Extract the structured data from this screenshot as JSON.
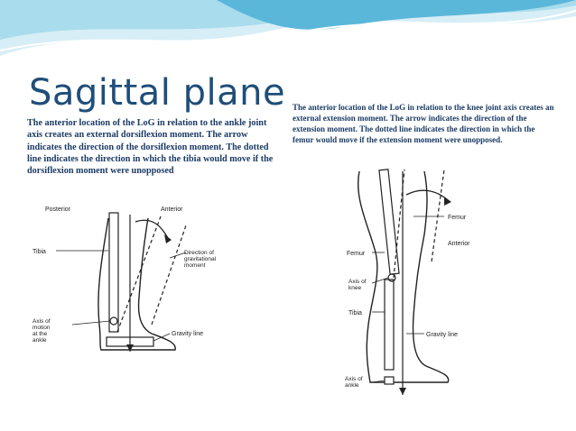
{
  "slide": {
    "title": "Sagittal plane",
    "theme_colors": {
      "banner_light": "#d7eef6",
      "banner_mid": "#8fd0e6",
      "banner_dark": "#3aa6cf",
      "title": "#1f4e79",
      "caption": "#1b3b64"
    }
  },
  "left_panel": {
    "caption": "The anterior location of the LoG in relation to the ankle joint axis creates an external dorsiflexion moment. The arrow indicates the direction of the dorsiflexion moment. The dotted line indicates the direction in which the tibia would move if the dorsiflexion moment were unopposed",
    "figure": {
      "labels": {
        "posterior": "Posterior",
        "anterior": "Anterior",
        "tibia": "Tibia",
        "direction_1": "Direction of",
        "direction_2": "gravitational",
        "direction_3": "moment",
        "axis_1": "Axis of",
        "axis_2": "motion",
        "axis_3": "at the",
        "axis_4": "ankle",
        "gravity_line": "Gravity line"
      }
    }
  },
  "right_panel": {
    "caption": "The anterior location of the LoG in relation to the knee joint axis creates an external extension moment. The arrow indicates the direction of the extension moment. The dotted line indicates the direction in which the femur would move if the extension moment were unopposed.",
    "figure": {
      "labels": {
        "femur_top": "Femur",
        "anterior": "Anterior",
        "femur_side": "Femur",
        "axis_knee_1": "Axis of",
        "axis_knee_2": "knee",
        "tibia": "Tibia",
        "gravity_line": "Gravity line",
        "axis_ankle_1": "Axis of",
        "axis_ankle_2": "ankle"
      }
    }
  }
}
